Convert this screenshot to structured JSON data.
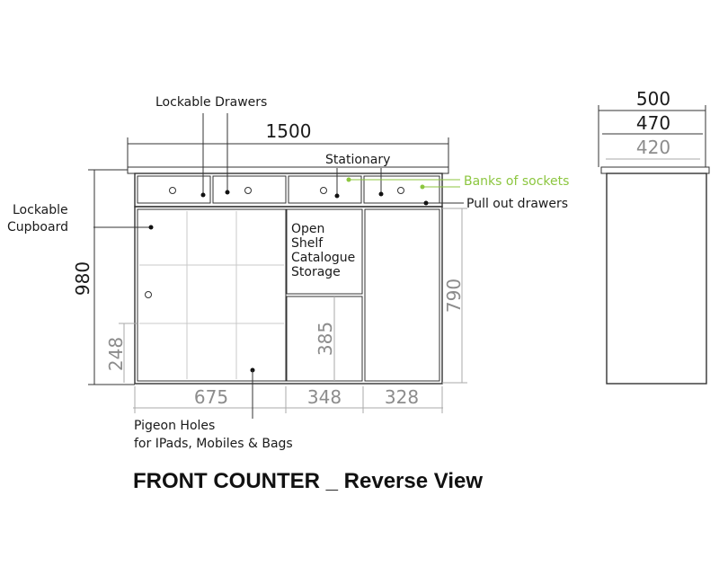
{
  "title": "FRONT COUNTER _ Reverse View",
  "colors": {
    "annotation_green": "#8cc63f",
    "line": "#333333",
    "grey_dimension": "#8c8c8c"
  },
  "dimensions": {
    "overall_width": "1500",
    "overall_height": "980",
    "cabinet_height": "790",
    "pigeon_hole_row": "248",
    "open_shelf_lower": "385",
    "width_pigeon_section": "675",
    "width_middle_section": "348",
    "width_right_section": "328",
    "side_top_depth": "500",
    "side_body_depth": "470",
    "side_base_depth": "420"
  },
  "labels": {
    "lockable_drawers": "Lockable Drawers",
    "lockable_cupboard_line1": "Lockable",
    "lockable_cupboard_line2": "Cupboard",
    "stationary": "Stationary",
    "banks_of_sockets": "Banks of sockets",
    "pull_out_drawers": "Pull out drawers",
    "open_shelf_line1": "Open",
    "open_shelf_line2": "Shelf",
    "open_shelf_line3": "Catalogue",
    "open_shelf_line4": "Storage",
    "pigeon_holes_line1": "Pigeon Holes",
    "pigeon_holes_line2": "for IPads, Mobiles & Bags"
  }
}
